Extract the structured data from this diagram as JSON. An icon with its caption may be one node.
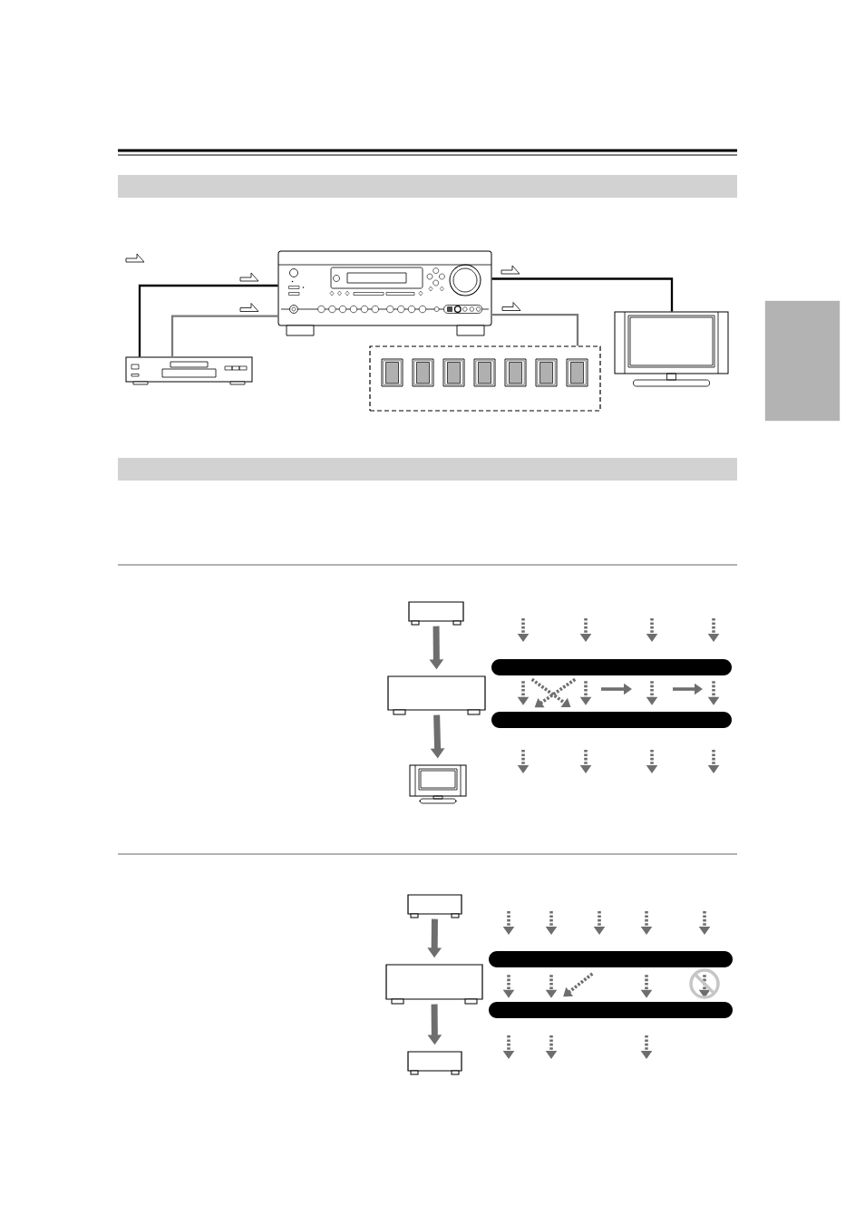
{
  "diagram": {
    "nodes": [
      {
        "text": [],
        "shape": "bar"
      },
      {
        "text": [],
        "shape": "picture"
      },
      {
        "text": [],
        "shape": "picture"
      },
      {
        "text": [],
        "shape": "box"
      },
      {
        "text": [],
        "shape": "picture"
      },
      {
        "text": [],
        "shape": "box"
      },
      {
        "text": [],
        "shape": "bar"
      },
      {
        "text": [],
        "shape": "box"
      },
      {
        "text": [],
        "shape": "bar"
      },
      {
        "text": [],
        "shape": "box"
      },
      {
        "text": [],
        "shape": "bar"
      },
      {
        "text": [],
        "shape": "picture"
      },
      {
        "text": [],
        "shape": "box"
      },
      {
        "text": [],
        "shape": "bar"
      },
      {
        "text": [],
        "shape": "box"
      },
      {
        "text": [],
        "shape": "bar"
      },
      {
        "text": [],
        "shape": "box"
      }
    ],
    "edges": [
      {
        "from": 2,
        "to": 1,
        "arrow": "none",
        "color": "#000000"
      },
      {
        "from": 2,
        "to": 1,
        "arrow": "none",
        "color": "#7a7a7a"
      },
      {
        "from": 1,
        "to": 4,
        "arrow": "none",
        "color": "#000000"
      },
      {
        "from": 1,
        "to": 3,
        "arrow": "none",
        "color": "#7a7a7a"
      },
      {
        "from": 7,
        "to": 9,
        "arrow": "to",
        "style": "thick"
      },
      {
        "from": 9,
        "to": 11,
        "arrow": "to",
        "style": "thick"
      },
      {
        "from": 12,
        "to": 14,
        "arrow": "to",
        "style": "thick"
      },
      {
        "from": 14,
        "to": 16,
        "arrow": "to",
        "style": "thick"
      },
      {
        "from": 8,
        "to": 10,
        "arrow": "to",
        "style": "dashed"
      },
      {
        "from": 8,
        "to": 10,
        "arrow": "to",
        "style": "dashed"
      },
      {
        "from": 8,
        "to": 10,
        "arrow": "to",
        "style": "dashed"
      },
      {
        "from": 8,
        "to": 10,
        "arrow": "to",
        "style": "dashed"
      },
      {
        "from": 8,
        "to": 10,
        "arrow": "to",
        "style": "dashed"
      },
      {
        "from": 8,
        "to": 10,
        "arrow": "to",
        "style": "dashed"
      },
      {
        "from": 13,
        "to": 15,
        "arrow": "to",
        "style": "dashed"
      },
      {
        "from": 13,
        "to": 15,
        "arrow": "to",
        "style": "dashed"
      },
      {
        "from": 13,
        "to": 15,
        "arrow": "to",
        "style": "dashed"
      },
      {
        "from": 13,
        "to": 15,
        "arrow": "to",
        "style": "dashed"
      },
      {
        "from": 13,
        "to": 15,
        "arrow": "to",
        "style": "dashed"
      }
    ]
  }
}
